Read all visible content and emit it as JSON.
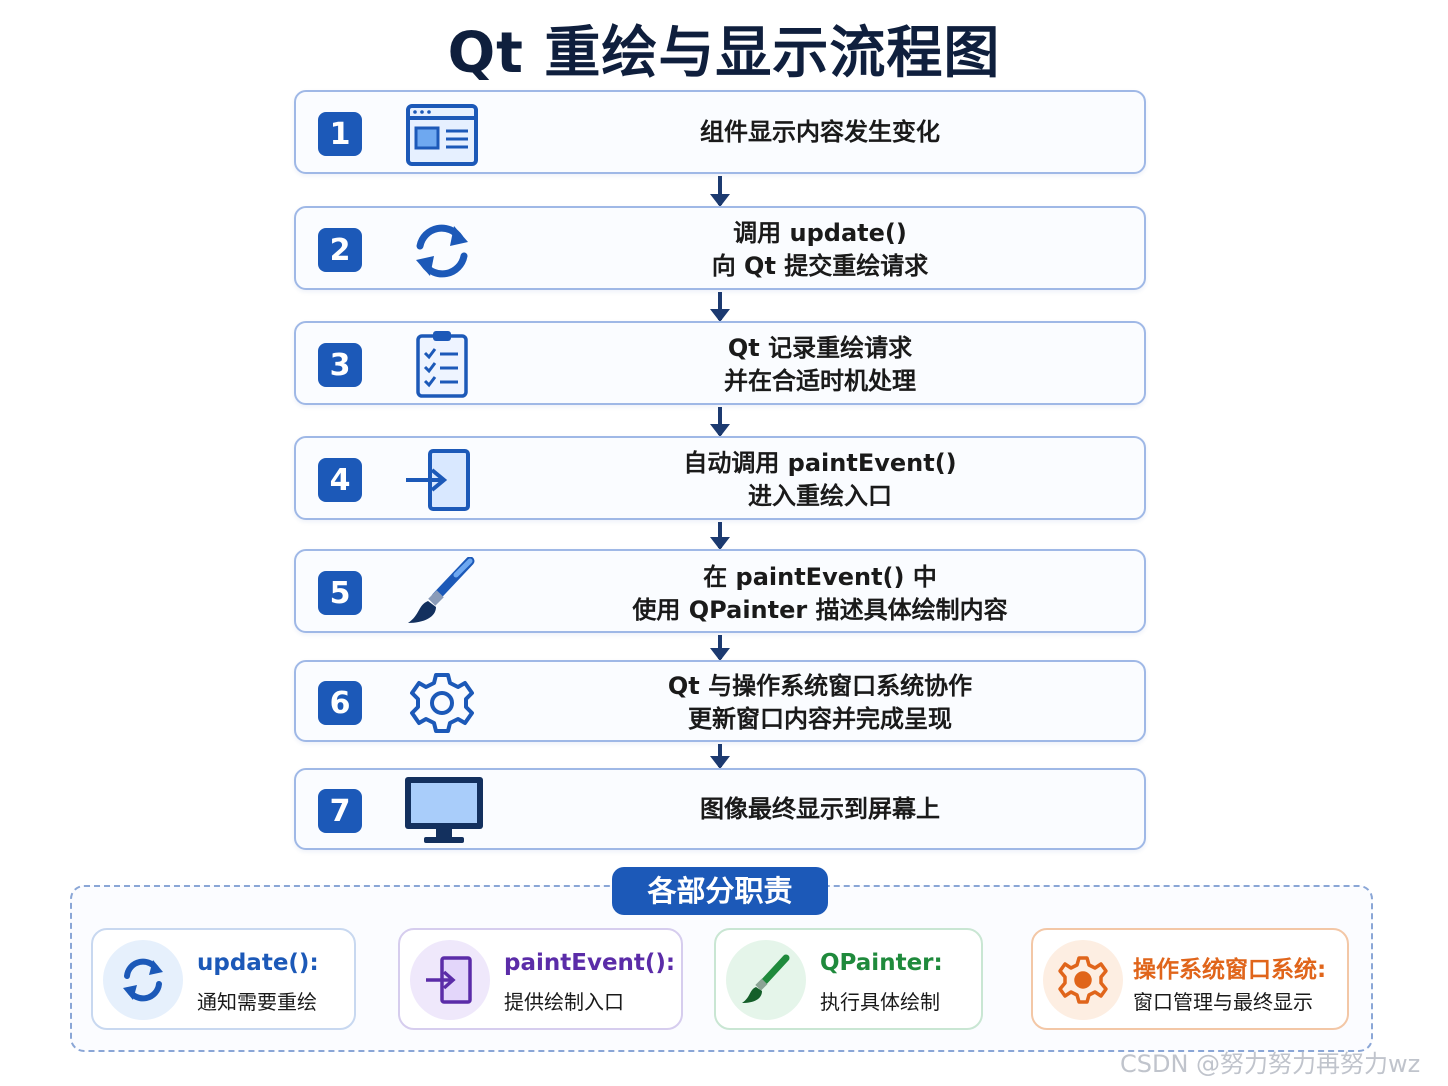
{
  "title": "Qt 重绘与显示流程图",
  "steps": [
    {
      "num": "1",
      "icon": "window-icon",
      "lines": [
        "组件显示内容发生变化"
      ]
    },
    {
      "num": "2",
      "icon": "refresh-icon",
      "lines": [
        "调用 update()",
        "向 Qt 提交重绘请求"
      ]
    },
    {
      "num": "3",
      "icon": "clipboard-checklist-icon",
      "lines": [
        "Qt 记录重绘请求",
        "并在合适时机处理"
      ]
    },
    {
      "num": "4",
      "icon": "enter-icon",
      "lines": [
        "自动调用 paintEvent()",
        "进入重绘入口"
      ]
    },
    {
      "num": "5",
      "icon": "paintbrush-icon",
      "lines": [
        "在 paintEvent() 中",
        "使用 QPainter 描述具体绘制内容"
      ]
    },
    {
      "num": "6",
      "icon": "gear-icon",
      "lines": [
        "Qt 与操作系统窗口系统协作",
        "更新窗口内容并完成呈现"
      ]
    },
    {
      "num": "7",
      "icon": "monitor-icon",
      "lines": [
        "图像最终显示到屏幕上"
      ]
    }
  ],
  "responsibilities": {
    "title": "各部分职责",
    "cards": [
      {
        "icon": "refresh-icon",
        "name": "update():",
        "desc": "通知需要重绘",
        "color": "#1c59b8"
      },
      {
        "icon": "enter-icon",
        "name": "paintEvent():",
        "desc": "提供绘制入口",
        "color": "#5b2ca8"
      },
      {
        "icon": "paintbrush-icon",
        "name": "QPainter:",
        "desc": "执行具体绘制",
        "color": "#1f8a3c"
      },
      {
        "icon": "gear-icon",
        "name": "操作系统窗口系统:",
        "desc": "窗口管理与最终显示",
        "color": "#e0651b"
      }
    ]
  },
  "colors": {
    "accent": "#1c59b8",
    "border": "#9fb8e6",
    "arrow": "#1c3a70"
  },
  "watermark": "CSDN @努力努力再努力wz"
}
